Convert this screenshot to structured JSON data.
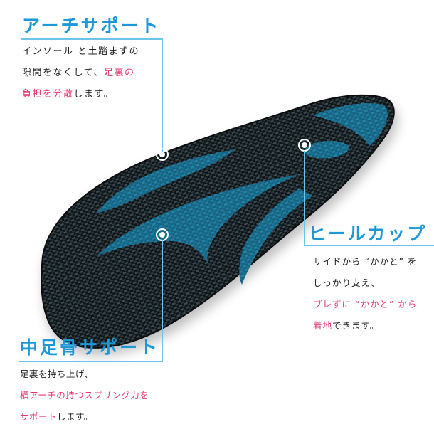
{
  "colors": {
    "title_blue": "#1b98d8",
    "line_blue": "#6cc4ea",
    "highlight_pink": "#e5386d",
    "insole_black": "#14171a",
    "insole_teal": "#1a6d8c"
  },
  "image": {
    "subject": "carbon-fiber insole",
    "alt": "Carbon fiber insole with blue panels"
  },
  "callouts": {
    "arch_support": {
      "title": "アーチサポート",
      "lines": [
        [
          {
            "text": "インソール と土踏まずの",
            "highlight": false
          }
        ],
        [
          {
            "text": "隙間をなくして、",
            "highlight": false
          },
          {
            "text": "足裏の",
            "highlight": true
          }
        ],
        [
          {
            "text": "負担を分散",
            "highlight": true
          },
          {
            "text": "します。",
            "highlight": false
          }
        ]
      ]
    },
    "heel_cup": {
      "title": "ヒールカップ",
      "lines": [
        [
          {
            "text": "サイドから “かかと” を",
            "highlight": false
          }
        ],
        [
          {
            "text": "しっかり支え、",
            "highlight": false
          }
        ],
        [
          {
            "text": "ブレずに “かかと” から",
            "highlight": true
          }
        ],
        [
          {
            "text": "着地",
            "highlight": true
          },
          {
            "text": "できます。",
            "highlight": false
          }
        ]
      ]
    },
    "metatarsal_support": {
      "title": "中足骨サポート",
      "lines": [
        [
          {
            "text": "足裏を持ち上げ、",
            "highlight": false
          }
        ],
        [
          {
            "text": "横アーチの持つスプリング力を",
            "highlight": true
          }
        ],
        [
          {
            "text": "サポート",
            "highlight": true
          },
          {
            "text": "します。",
            "highlight": false
          }
        ]
      ]
    }
  }
}
